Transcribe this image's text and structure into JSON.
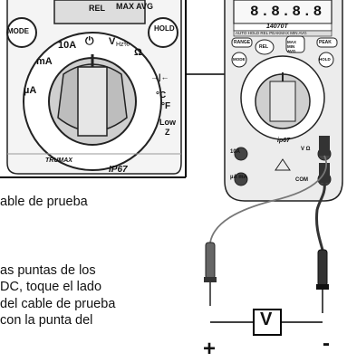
{
  "zoom": {
    "mode": "MODE",
    "rel_top": "REL",
    "max_avg_top": "MAX AVG",
    "hold": "HOLD",
    "dial": {
      "ma_ac_dc": "mA",
      "a10": "10A",
      "power": "⏻",
      "v_hz": "V",
      "v_hz_sub": "Hz%",
      "ohm": "Ω",
      "ua": "µA",
      "cap": "→|←",
      "temp": "°C\n°F",
      "temp_c": "°C",
      "temp_f": "°F",
      "lowz": "Low",
      "lowz2": "Z"
    },
    "brand": "TRUMAX",
    "ip": "IP67"
  },
  "meter": {
    "display_digits": "8.8.8.8",
    "model": "14070T",
    "status_line": "AUTO HOLD REL PEAKMAX MIN AVG",
    "buttons": {
      "range": "RANGE",
      "rel": "REL",
      "max_min_avg": "MAX MIN AVG",
      "peak": "PEAK",
      "mode": "MODE",
      "hold": "HOLD"
    },
    "jacks": {
      "a10": "10A",
      "ua_ma": "µA mA",
      "com": "COM",
      "v_ohm": "V Ω"
    },
    "brand": "ip67"
  },
  "circuit": {
    "meter_box": "V",
    "plus": "+",
    "minus": "-"
  },
  "instructions": {
    "line1": "able de prueba",
    "line2": "as puntas de los",
    "line3": "DC, toque el lado",
    "line4": "del cable de prueba",
    "line5": "con la punta del"
  }
}
